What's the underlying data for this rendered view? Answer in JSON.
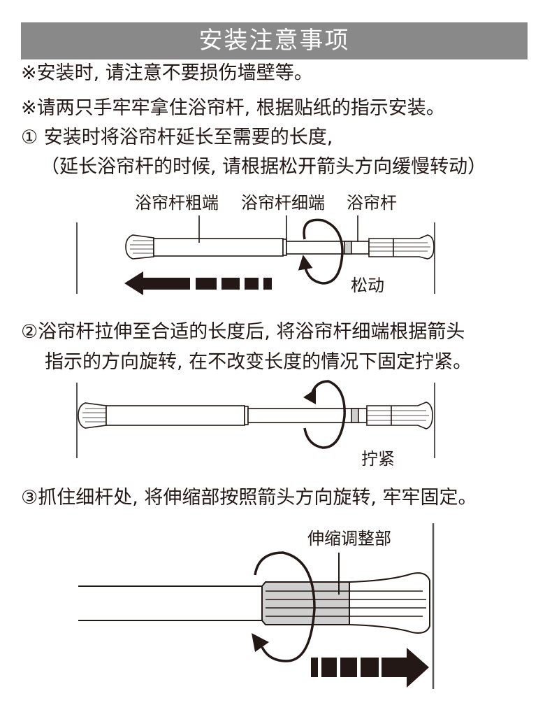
{
  "title": "安装注意事项",
  "notes": [
    "※安装时, 请注意不要损伤墙壁等。",
    "※请两只手牢牢拿住浴帘杆, 根据贴纸的指示安装。"
  ],
  "step1": {
    "line1": "① 安装时将浴帘杆延长至需要的长度,",
    "line2": "（延长浴帘杆的时候, 请根据松开箭头方向缓慢转动）",
    "labels": {
      "thick": "浴帘杆粗端",
      "thin": "浴帘杆细端",
      "rod": "浴帘杆"
    },
    "action": "松动"
  },
  "step2": {
    "line1": "②浴帘杆拉伸至合适的长度后, 将浴帘杆细端根据箭头",
    "line2": "指示的方向旋转, 在不改变长度的情况下固定拧紧。",
    "action": "拧紧"
  },
  "step3": {
    "line1": "③抓住细杆处, 将伸缩部按照箭头方向旋转, 牢牢固定。",
    "label": "伸缩调整部"
  },
  "colors": {
    "header": "#898989",
    "ink": "#231815",
    "band": "#cfcfcf"
  }
}
